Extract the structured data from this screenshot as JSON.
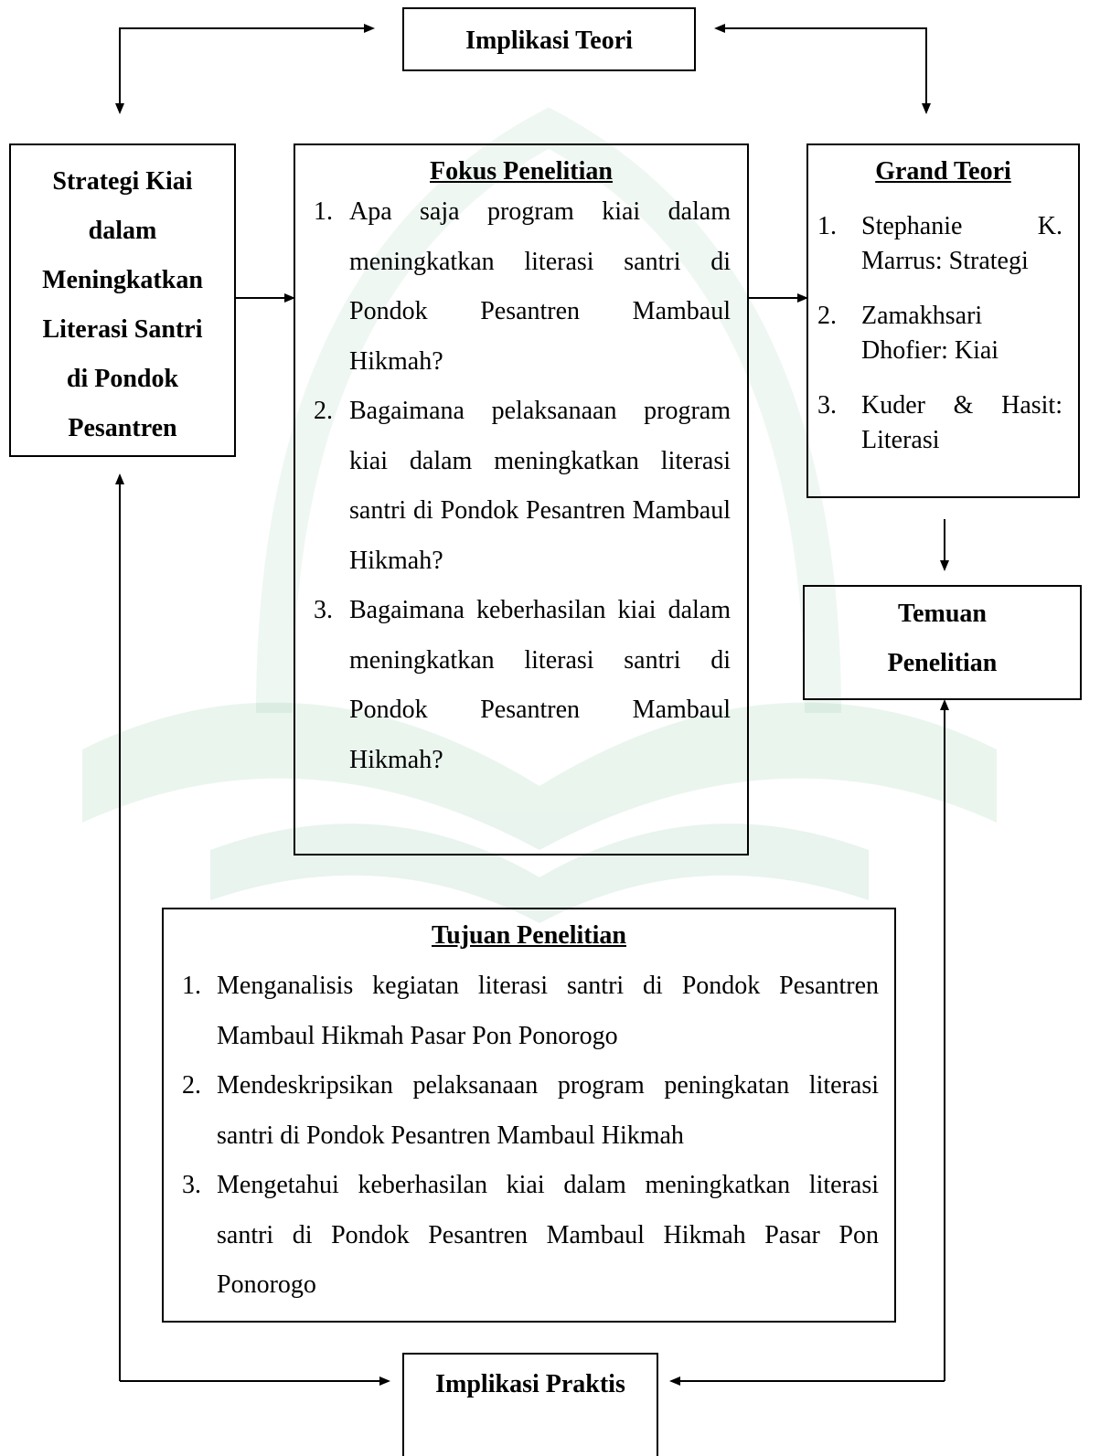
{
  "implikasi_teori": "Implikasi Teori",
  "strategi": {
    "lines": [
      "Strategi Kiai",
      "dalam",
      "Meningkatkan",
      "Literasi Santri",
      "di Pondok",
      "Pesantren"
    ]
  },
  "fokus": {
    "title": "Fokus Penelitian",
    "items": [
      {
        "n": "1.",
        "text": "Apa saja program kiai dalam meningkatkan literasi santri di Pondok Pesantren Mambaul Hikmah?"
      },
      {
        "n": "2.",
        "text": "Bagaimana pelaksanaan program kiai dalam meningkatkan literasi santri di Pondok Pesantren Mambaul Hikmah?"
      },
      {
        "n": "3.",
        "text": "Bagaimana keberhasilan kiai dalam meningkatkan literasi santri di Pondok Pesantren Mambaul Hikmah?"
      }
    ]
  },
  "grand": {
    "title": "Grand Teori",
    "items": [
      {
        "n": "1.",
        "text": "Stephanie K. Marrus: Strategi"
      },
      {
        "n": "2.",
        "text": "Zamakhsari Dhofier: Kiai"
      },
      {
        "n": "3.",
        "text": "Kuder & Hasit: Literasi"
      }
    ]
  },
  "temuan": {
    "lines": [
      "Temuan",
      "Penelitian"
    ]
  },
  "tujuan": {
    "title": "Tujuan Penelitian",
    "items": [
      {
        "n": "1.",
        "text": "Menganalisis kegiatan literasi santri di Pondok Pesantren Mambaul Hikmah Pasar Pon Ponorogo"
      },
      {
        "n": "2.",
        "text": "Mendeskripsikan pelaksanaan program peningkatan literasi santri di Pondok Pesantren Mambaul Hikmah"
      },
      {
        "n": "3.",
        "text": "Mengetahui keberhasilan kiai dalam meningkatkan literasi santri di Pondok Pesantren Mambaul Hikmah Pasar Pon Ponorogo"
      }
    ]
  },
  "implikasi_praktis": "Implikasi Praktis"
}
